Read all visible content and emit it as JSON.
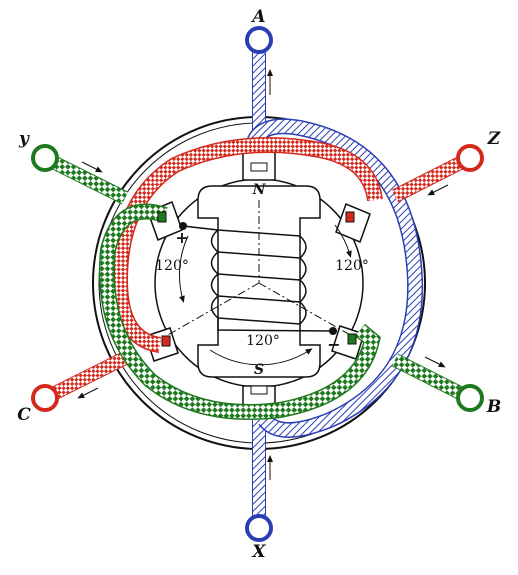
{
  "terminals": {
    "A": "A",
    "X": "X",
    "B": "B",
    "Y": "y",
    "C": "C",
    "Z": "Z"
  },
  "poles": {
    "north": "N",
    "south": "S"
  },
  "angles": {
    "left": "120°",
    "right": "120°",
    "bottom": "120°"
  },
  "rotor_polarity": {
    "positive": "+",
    "negative": "−"
  },
  "colors": {
    "phase_a": "#2a3fb5",
    "phase_b": "#1f7a1f",
    "phase_c": "#d42a1e",
    "outline": "#111111"
  },
  "icons": {
    "phase_a_winding": "blue-hatched-band",
    "phase_b_winding": "green-checkered-band",
    "phase_c_winding": "red-checkered-band",
    "terminal": "ring-terminal",
    "current_arrow": "small-arrow"
  }
}
